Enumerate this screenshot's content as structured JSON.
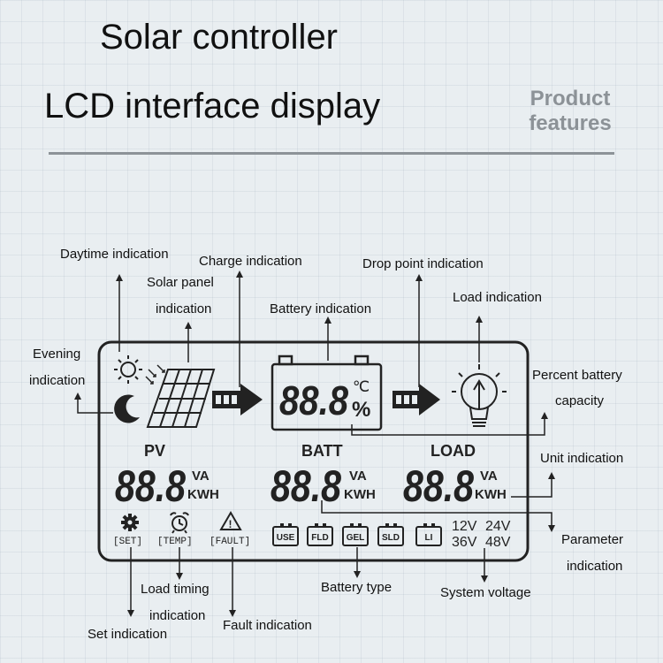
{
  "header": {
    "title_line1": "Solar controller",
    "title_line2": "LCD interface display",
    "badge_line1": "Product",
    "badge_line2": "features"
  },
  "callouts": {
    "daytime": "Daytime indication",
    "charge": "Charge indication",
    "drop_point": "Drop point indication",
    "solar_panel_1": "Solar panel",
    "solar_panel_2": "indication",
    "battery": "Battery indication",
    "load": "Load indication",
    "evening_1": "Evening",
    "evening_2": "indication",
    "percent_1": "Percent battery",
    "percent_2": "capacity",
    "unit": "Unit indication",
    "parameter_1": "Parameter",
    "parameter_2": "indication",
    "load_timing_1": "Load timing",
    "load_timing_2": "indication",
    "set": "Set indication",
    "fault": "Fault indication",
    "battery_type": "Battery type",
    "system_voltage": "System voltage"
  },
  "lcd": {
    "batt_digits": "88.8",
    "batt_unit_c": "℃",
    "batt_unit_pct": "%",
    "pv_label": "PV",
    "batt_label": "BATT",
    "load_label": "LOAD",
    "pv_digits": "88.8",
    "batt_param_digits": "88.8",
    "load_digits": "88.8",
    "unit_va": "VA",
    "unit_kwh": "KWH",
    "set": "[SET]",
    "temp": "[TEMP]",
    "fault": "[FAULT]",
    "battery_types": [
      "USE",
      "FLD",
      "GEL",
      "SLD",
      "LI"
    ],
    "v12": "12V",
    "v24": "24V",
    "v36": "36V",
    "v48": "48V"
  }
}
